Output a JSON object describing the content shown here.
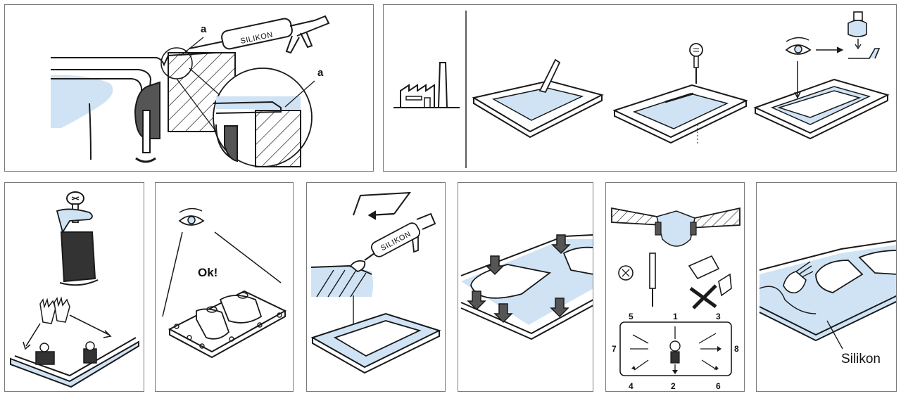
{
  "panels": {
    "p1": {
      "label_a_top": "a",
      "label_a_right": "a",
      "gun_text": "SILIKON"
    },
    "p2": {},
    "p3": {},
    "p4": {
      "ok_text": "Ok!"
    },
    "p5": {
      "gun_text": "SILIKON"
    },
    "p6": {},
    "p7": {
      "numbers": [
        "1",
        "2",
        "3",
        "4",
        "5",
        "6",
        "7",
        "8"
      ]
    },
    "p8": {
      "silicone_label": "Silikon"
    }
  },
  "colors": {
    "line": "#1a1a1a",
    "fill_blue": "#cfe3f5",
    "frame": "#7a7a7a",
    "dark": "#333333"
  },
  "icons": [
    "caulk-gun-icon",
    "factory-icon",
    "pencil-icon",
    "jigsaw-icon",
    "eye-icon",
    "brush-icon",
    "screw-icon",
    "clamp-icon",
    "gloves-icon",
    "arrow-icon",
    "screwdriver-icon",
    "drill-icon",
    "hand-icon"
  ]
}
